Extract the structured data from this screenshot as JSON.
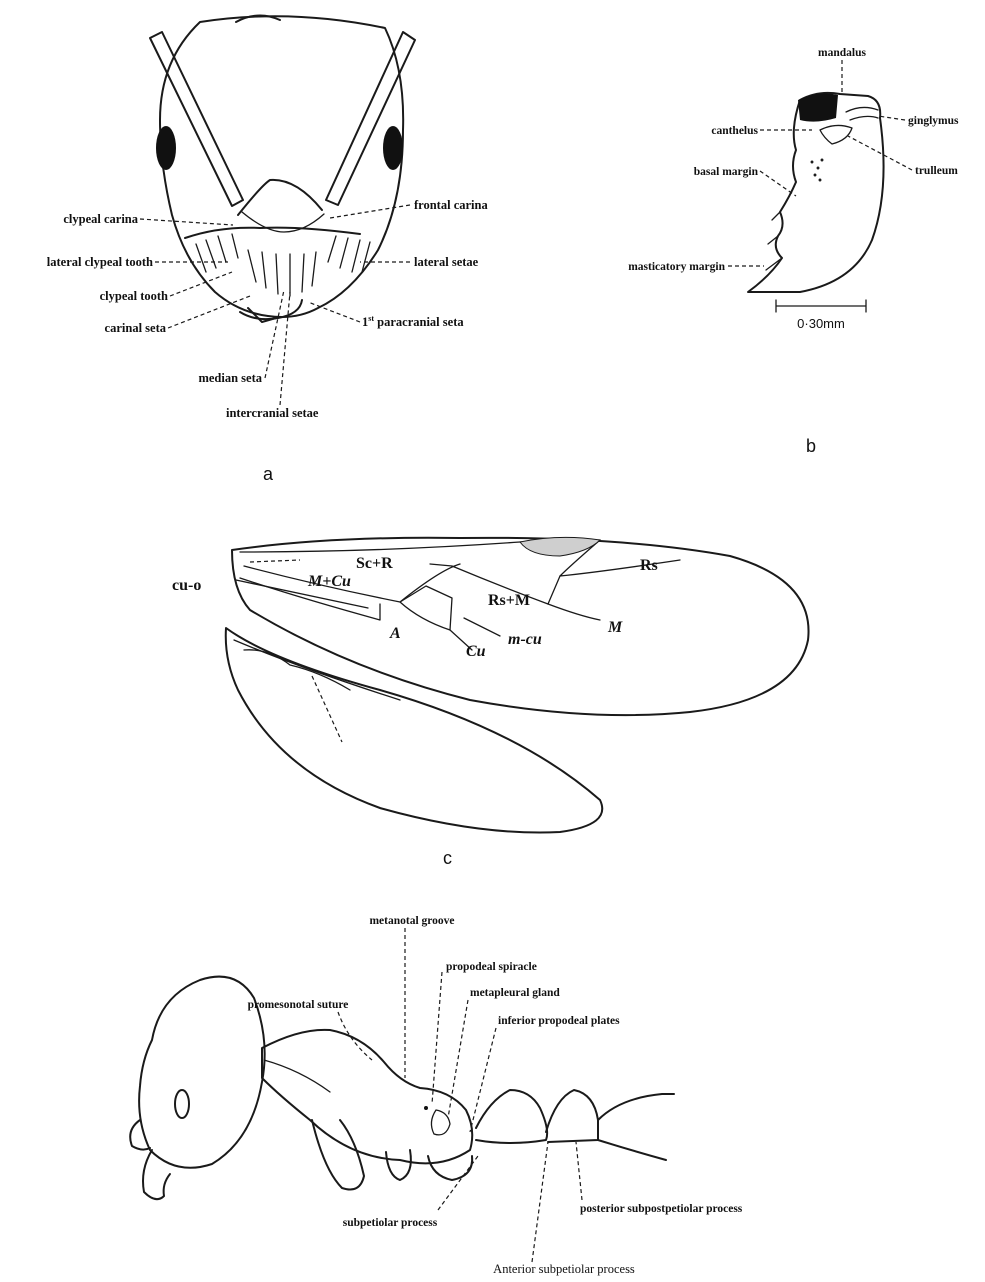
{
  "panels": {
    "a": {
      "panel_label": "a",
      "labels": {
        "clypeal_carina": "clypeal carina",
        "lateral_clypeal_tooth": "lateral clypeal tooth",
        "clypeal_tooth": "clypeal tooth",
        "carinal_seta": "carinal seta",
        "median_seta": "median seta",
        "intercranial_setae": "intercranial setae",
        "frontal_carina": "frontal carina",
        "lateral_setae": "lateral setae",
        "paracranial_seta_num": "1",
        "paracranial_seta_sup": "st",
        "paracranial_seta_text": " paracranial seta"
      }
    },
    "b": {
      "panel_label": "b",
      "labels": {
        "mandalus": "mandalus",
        "canthelus": "canthelus",
        "ginglymus": "ginglymus",
        "basal_margin": "basal margin",
        "trulleum": "trulleum",
        "masticatory_margin": "masticatory margin"
      },
      "scale_bar": "0·30mm"
    },
    "c": {
      "panel_label": "c",
      "labels": {
        "sc_r": "Sc+R",
        "rs": "Rs",
        "cu_o": "cu-o",
        "m_cu": "M+Cu",
        "rs_m": "Rs+M",
        "m": "M",
        "m_cu_lower": "m-cu",
        "a": "A",
        "cu": "Cu"
      }
    },
    "d": {
      "labels": {
        "metanotal_groove": "metanotal groove",
        "promesonotal_suture": "promesonotal suture",
        "propodeal_spiracle": "propodeal spiracle",
        "metapleural_gland": "metapleural gland",
        "inferior_propodeal_plates": "inferior propodeal plates",
        "subpetiolar_process": "subpetiolar process",
        "posterior_subpostpetiolar_process": "posterior subpostpetiolar process",
        "anterior_subpetiolar_process": "Anterior subpetiolar process"
      }
    }
  }
}
